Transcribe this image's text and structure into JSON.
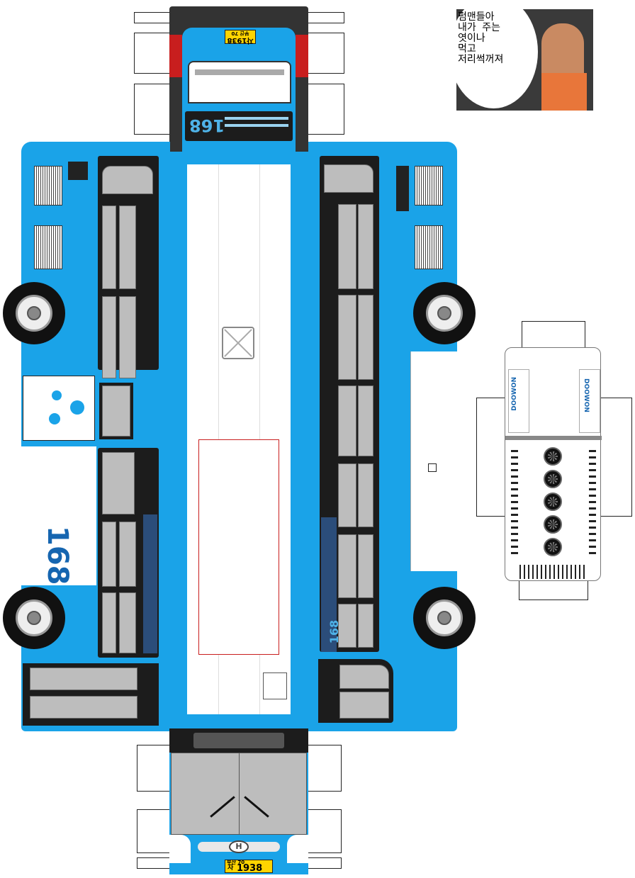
{
  "route_number": "168",
  "plate": {
    "region": "부산 70",
    "series": "자",
    "number": "1938"
  },
  "brand_logo": "DOOWON",
  "front_logo": "hyundai-logo",
  "meme_caption": [
    "펌맨들아",
    "내가 주는",
    "엿이나",
    "먹고",
    "저리썩꺼져"
  ],
  "colors": {
    "bus_blue": "#1aa3e8",
    "window_dark": "#1c1c1c",
    "route_number_blue": "#1565b0",
    "plate_yellow": "#ffd400",
    "roof_white": "#ffffff"
  }
}
